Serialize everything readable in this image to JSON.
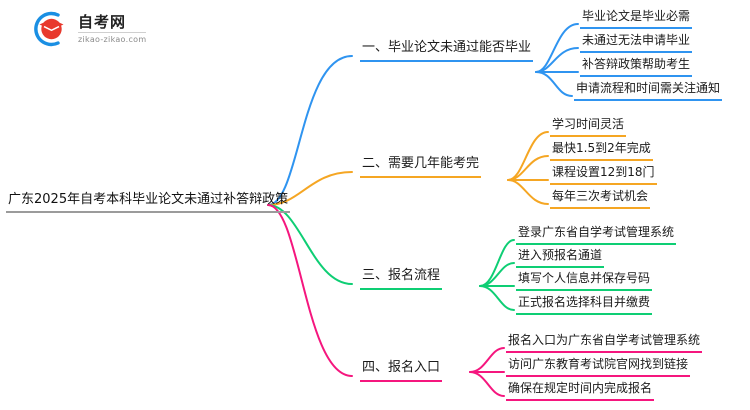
{
  "logo": {
    "icon": "graduation-cap-circle-logo",
    "title": "自考网",
    "domain": "zikao-zikao.com"
  },
  "colors": {
    "blue": "#2f94f0",
    "orange": "#f5a623",
    "green": "#0ece74",
    "pink": "#f5167e",
    "root_line": "#9b9b9b",
    "text": "#1a1a1a"
  },
  "mindmap": {
    "root": {
      "label": "广东2025年自考本科毕业论文未通过补答辩政策"
    },
    "branches": [
      {
        "label": "一、毕业论文未通过能否毕业",
        "color": "#2f94f0",
        "leaves": [
          {
            "label": "毕业论文是毕业必需"
          },
          {
            "label": "未通过无法申请毕业"
          },
          {
            "label": "补答辩政策帮助考生"
          },
          {
            "label": "申请流程和时间需关注通知"
          }
        ]
      },
      {
        "label": "二、需要几年能考完",
        "color": "#f5a623",
        "leaves": [
          {
            "label": "学习时间灵活"
          },
          {
            "label": "最快1.5到2年完成"
          },
          {
            "label": "课程设置12到18门"
          },
          {
            "label": "每年三次考试机会"
          }
        ]
      },
      {
        "label": "三、报名流程",
        "color": "#0ece74",
        "leaves": [
          {
            "label": "登录广东省自学考试管理系统"
          },
          {
            "label": "进入预报名通道"
          },
          {
            "label": "填写个人信息并保存号码"
          },
          {
            "label": "正式报名选择科目并缴费"
          }
        ]
      },
      {
        "label": "四、报名入口",
        "color": "#f5167e",
        "leaves": [
          {
            "label": "报名入口为广东省自学考试管理系统"
          },
          {
            "label": "访问广东教育考试院官网找到链接"
          },
          {
            "label": "确保在规定时间内完成报名"
          }
        ]
      }
    ]
  }
}
